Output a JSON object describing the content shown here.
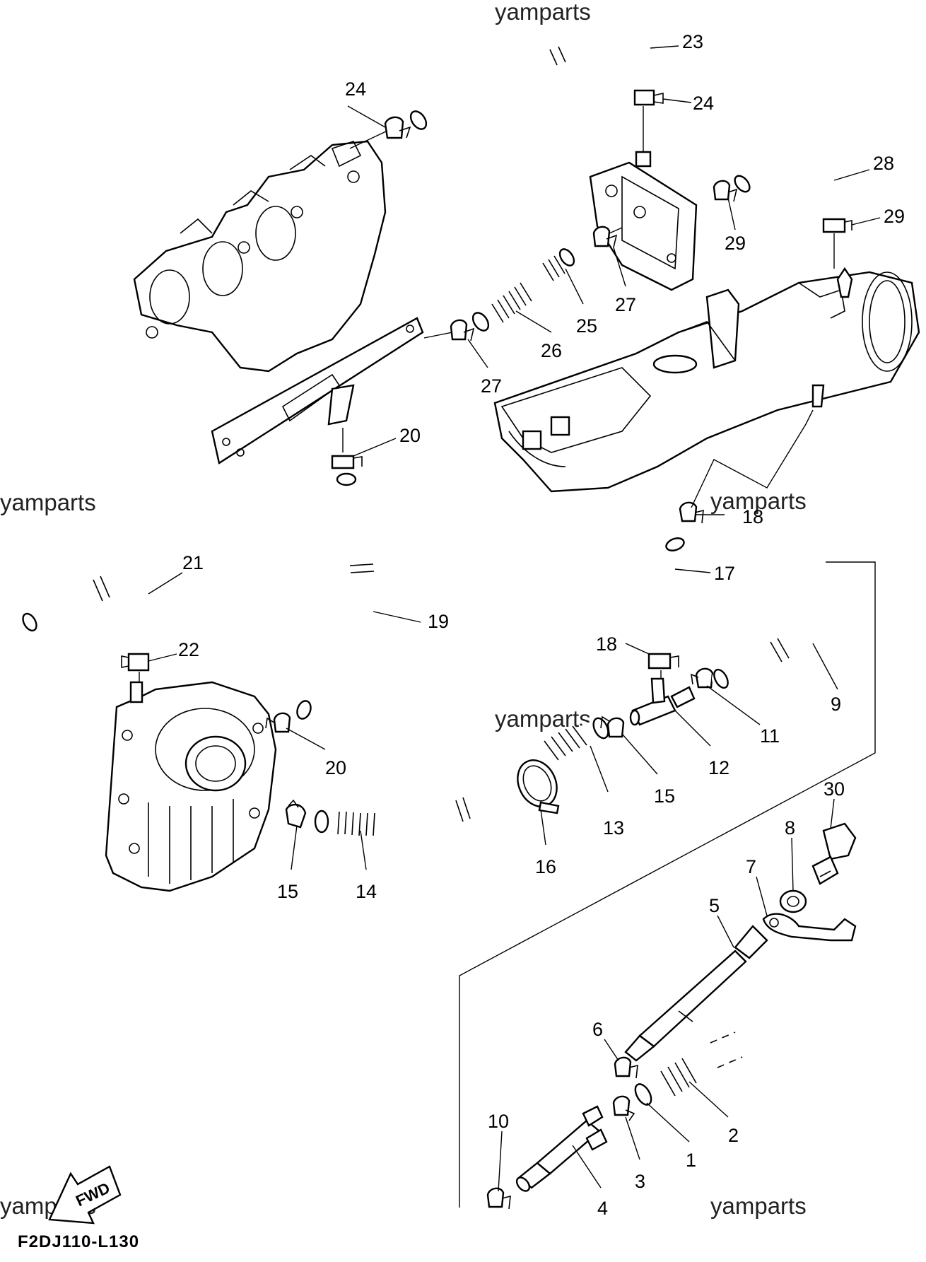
{
  "watermarks": [
    "yamparts",
    "yamparts",
    "yamparts",
    "yamparts",
    "yamparts",
    "yamparts",
    "yamparts"
  ],
  "diagram_code": "F2DJ110-L130",
  "fwd_label": "FWD",
  "callouts": [
    "24",
    "23",
    "24",
    "28",
    "29",
    "29",
    "25",
    "26",
    "27",
    "27",
    "20",
    "21",
    "22",
    "19",
    "18",
    "17",
    "18",
    "9",
    "11",
    "12",
    "15",
    "20",
    "15",
    "14",
    "16",
    "13",
    "30",
    "8",
    "7",
    "5",
    "6",
    "2",
    "1",
    "10",
    "3",
    "4"
  ]
}
